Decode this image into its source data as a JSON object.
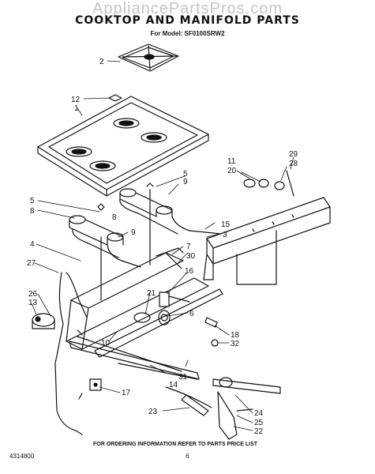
{
  "watermark": "AppliancePartsPros.com",
  "title": "COOKTOP AND MANIFOLD PARTS",
  "model_line": "For Model: SF0100SRW2",
  "footer_instruction": "FOR ORDERING INFORMATION REFER TO PARTS PRICE LIST",
  "doc_number": "4314800",
  "page_number": "6",
  "callouts": [
    "2",
    "12",
    "1",
    "5",
    "9",
    "8",
    "5",
    "8",
    "9",
    "11",
    "20",
    "29",
    "28",
    "15",
    "3",
    "4",
    "7",
    "30",
    "27",
    "16",
    "26",
    "13",
    "21",
    "6",
    "18",
    "32",
    "10",
    "31",
    "14",
    "17",
    "23",
    "24",
    "25",
    "22"
  ]
}
